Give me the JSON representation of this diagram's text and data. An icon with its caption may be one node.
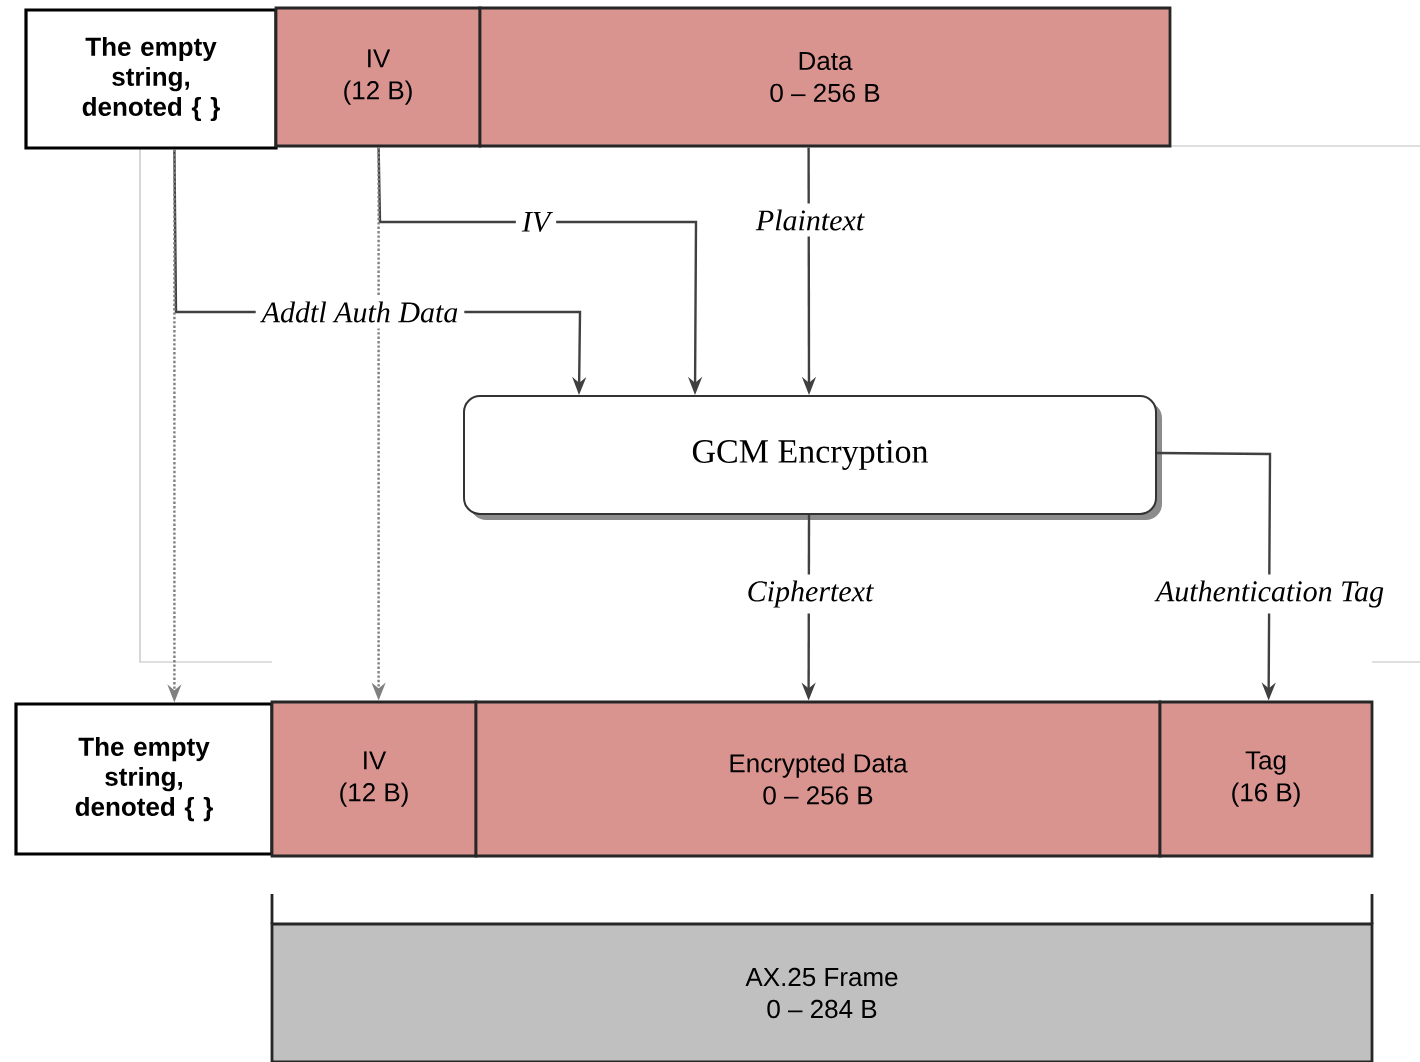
{
  "diagram": {
    "nodes": [
      {
        "text": [
          "The empty string, denoted { }"
        ]
      },
      {
        "text": [
          "IV",
          "(12 B)"
        ]
      },
      {
        "text": [
          "Data",
          "0 – 256 B"
        ]
      },
      {
        "text": [
          "GCM Encryption"
        ]
      },
      {
        "text": [
          "The empty string, denoted { }"
        ]
      },
      {
        "text": [
          "IV",
          "(12 B)"
        ]
      },
      {
        "text": [
          "Encrypted Data",
          "0 – 256 B"
        ]
      },
      {
        "text": [
          "Tag",
          "(16 B)"
        ]
      },
      {
        "text": [
          "AX.25 Frame",
          "0 – 284 B"
        ]
      }
    ],
    "edges": [
      {
        "from": 0,
        "to": 3,
        "arrow": "to",
        "label": "Addtl Auth Data"
      },
      {
        "from": 1,
        "to": 3,
        "arrow": "to",
        "label": "IV"
      },
      {
        "from": 2,
        "to": 3,
        "arrow": "to",
        "label": "Plaintext"
      },
      {
        "from": 3,
        "to": 6,
        "arrow": "to",
        "label": "Ciphertext"
      },
      {
        "from": 3,
        "to": 7,
        "arrow": "to",
        "label": "Authentication Tag"
      },
      {
        "from": 0,
        "to": 4,
        "arrow": "to",
        "style": "dashed"
      },
      {
        "from": 1,
        "to": 5,
        "arrow": "to",
        "style": "dashed"
      }
    ]
  }
}
